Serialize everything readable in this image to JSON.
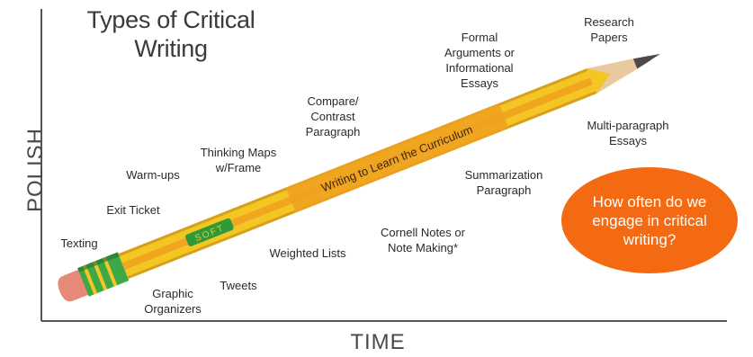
{
  "title": {
    "line1": "Types of Critical",
    "line2": "Writing"
  },
  "axes": {
    "y": "POLISH",
    "x": "TIME"
  },
  "pencil": {
    "band_text": "Writing to Learn the Curriculum",
    "brand_text": "SOFT"
  },
  "items": [
    {
      "id": "texting",
      "lines": [
        "Texting"
      ]
    },
    {
      "id": "exit-ticket",
      "lines": [
        "Exit Ticket"
      ]
    },
    {
      "id": "warm-ups",
      "lines": [
        "Warm-ups"
      ]
    },
    {
      "id": "thinking-maps",
      "lines": [
        "Thinking Maps",
        "w/Frame"
      ]
    },
    {
      "id": "compare-contrast",
      "lines": [
        "Compare/",
        "Contrast",
        "Paragraph"
      ]
    },
    {
      "id": "formal-arguments",
      "lines": [
        "Formal",
        "Arguments or",
        "Informational",
        "Essays"
      ]
    },
    {
      "id": "research-papers",
      "lines": [
        "Research",
        "Papers"
      ]
    },
    {
      "id": "multi-paragraph",
      "lines": [
        "Multi-paragraph",
        "Essays"
      ]
    },
    {
      "id": "summarization",
      "lines": [
        "Summarization",
        "Paragraph"
      ]
    },
    {
      "id": "cornell-notes",
      "lines": [
        "Cornell Notes or",
        "Note Making*"
      ]
    },
    {
      "id": "weighted-lists",
      "lines": [
        "Weighted Lists"
      ]
    },
    {
      "id": "tweets",
      "lines": [
        "Tweets"
      ]
    },
    {
      "id": "graphic-organizers",
      "lines": [
        "Graphic",
        "Organizers"
      ]
    }
  ],
  "callout": {
    "text": "How often do we engage in critical writing?"
  },
  "colors": {
    "pencil_yellow": "#f3c623",
    "pencil_orange": "#f0a020",
    "ferrule_green": "#2f9a3a",
    "eraser": "#e88a7a",
    "callout": "#f46a12"
  }
}
